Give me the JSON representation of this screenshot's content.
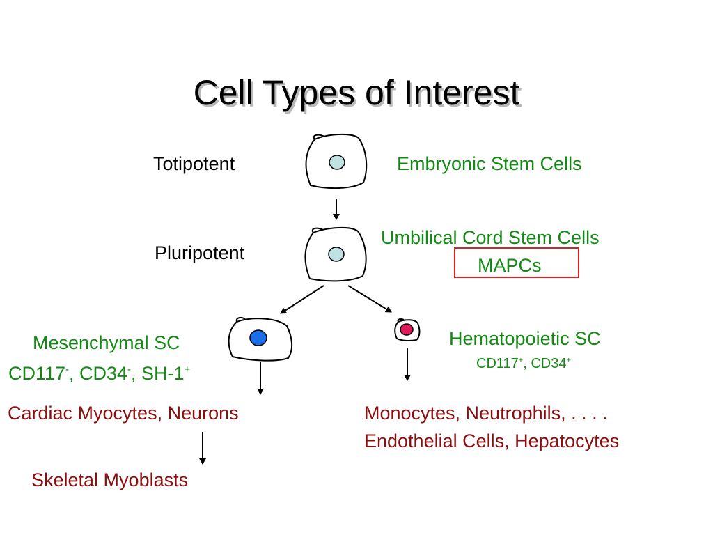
{
  "slide": {
    "title": "Cell Types of Interest",
    "levels": {
      "totipotent": "Totipotent",
      "pluripotent": "Pluripotent"
    },
    "sources": {
      "embryonic": "Embryonic Stem Cells",
      "umbilical": "Umbilical Cord Stem Cells",
      "mapcs": "MAPCs"
    },
    "mesenchymal": {
      "name": "Mesenchymal SC",
      "marker_cd117": "CD117",
      "marker_cd117_sign": "-",
      "marker_cd34": "CD34",
      "marker_cd34_sign": "-",
      "marker_sh1": "SH-1",
      "marker_sh1_sign": "+",
      "derived": "Cardiac Myocytes, Neurons",
      "derived_2": "Skeletal Myoblasts"
    },
    "hematopoietic": {
      "name": "Hematopoietic SC",
      "marker_cd117": "CD117",
      "marker_cd117_sign": "+",
      "marker_cd34": "CD34",
      "marker_cd34_sign": "+",
      "derived_line1": "Monocytes, Neutrophils, . . . .",
      "derived_line2": "Endothelial Cells, Hepatocytes"
    },
    "colors": {
      "green_label": "#138a13",
      "maroon_label": "#8b0d0d",
      "highlight_box": "#e02020",
      "nucleus_light": "#bfe3e3",
      "nucleus_blue": "#1a6fe6",
      "nucleus_pink": "#e01a5a"
    }
  }
}
